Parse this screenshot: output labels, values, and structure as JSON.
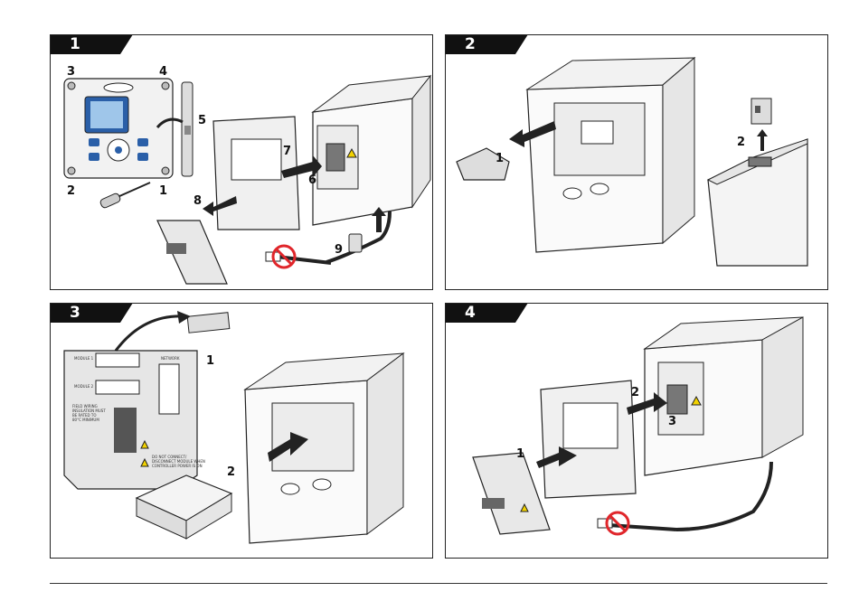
{
  "panels": [
    {
      "step": "1",
      "callouts": [
        "3",
        "4",
        "5",
        "2",
        "1",
        "7",
        "6",
        "8",
        "9"
      ]
    },
    {
      "step": "2",
      "callouts": [
        "1",
        "2"
      ]
    },
    {
      "step": "3",
      "callouts": [
        "1",
        "2"
      ],
      "label_text": {
        "module1": "MODULE 1",
        "module2": "MODULE 2",
        "network": "NETWORK",
        "field_wiring": [
          "FIELD WIRING",
          "INSULATION MUST",
          "BE RATED TO",
          "80°C MINIMUM"
        ],
        "warning": [
          "DO NOT CONNECT/",
          "DISCONNECT MODULE WHEN",
          "CONTROLLER POWER IS ON"
        ]
      }
    },
    {
      "step": "4",
      "callouts": [
        "1",
        "2",
        "3"
      ]
    }
  ],
  "colors": {
    "border": "#222222",
    "tab": "#111111",
    "line": "#222222",
    "shade": "#e6e6e6",
    "screen": "#2a5fa8",
    "warning": "#f2d200",
    "prohibit": "#e0262b"
  }
}
